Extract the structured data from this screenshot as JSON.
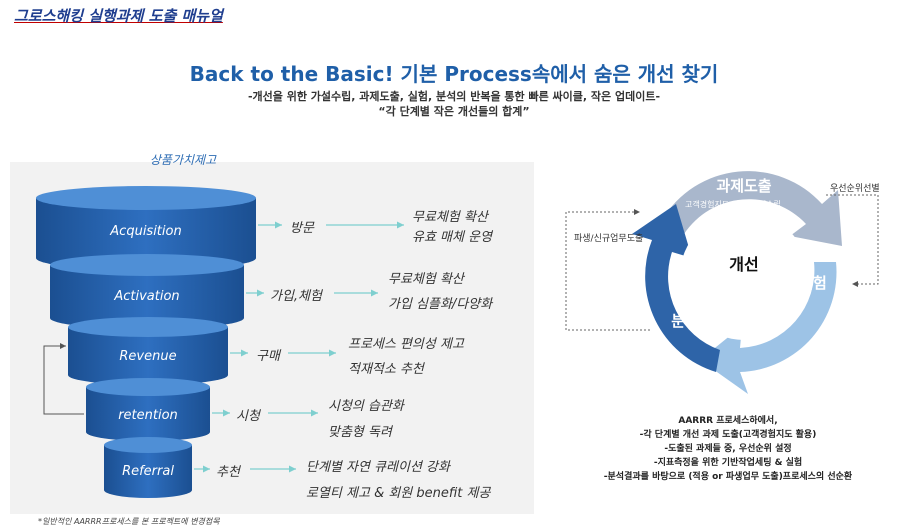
{
  "header": {
    "title": "그로스해킹 실행과제 도출 매뉴얼"
  },
  "main": {
    "title": "Back to the Basic! 기본 Process속에서 숨은 개선 찾기",
    "subtitle1": "-개선을 위한 가설수립, 과제도출, 실험, 분석의 반복을 통한 빠른 싸이클, 작은 업데이트-",
    "subtitle2": "“각 단계별 작은 개선들의 합계”"
  },
  "funnel": {
    "panel_label": "상품가치제고",
    "stages": [
      {
        "name": "Acquisition",
        "step": "방문",
        "desc1": "무료체험 확산",
        "desc2": "유효 매체 운영"
      },
      {
        "name": "Activation",
        "step": "가입,체험",
        "desc1": "무료체험 확산",
        "desc2": "가입 심플화/다양화"
      },
      {
        "name": "Revenue",
        "step": "구매",
        "desc1": "프로세스 편의성 제고",
        "desc2": "적재적소 추천"
      },
      {
        "name": "retention",
        "step": "시청",
        "desc1": "시청의 습관화",
        "desc2": "맞춤형 독려"
      },
      {
        "name": "Referral",
        "step": "추천",
        "desc1": "단계별 자연 큐레이션 강화",
        "desc2": "로열티 제고 & 회원 benefit 제공"
      }
    ],
    "footnote": "*일반적인 AARRR프로세스를 본 프로젝트에 변경접목"
  },
  "cycle": {
    "center": "개선",
    "segment_top": "과제도출",
    "segment_top_sub": "고객경험지도 작성, 가설수립",
    "segment_right": "실험",
    "segment_left": "분석",
    "label_right": "우선순위선별",
    "label_left": "파생/신규업무도출",
    "colors": {
      "top": "#a9b7cc",
      "right": "#9dc3e6",
      "left": "#2e64a8"
    }
  },
  "summary": {
    "line1": "AARRR 프로세스하에서,",
    "line2": "-각 단계별 개선 과제 도출(고객경험지도 활용)",
    "line3": "-도출된 과제들 중, 우선순위 설정",
    "line4": "-지표측정을 위한 기반작업세팅 & 실험",
    "line5": "-분석결과를 바탕으로 (적용 or 파생업무 도출)프로세스의 선순환"
  }
}
